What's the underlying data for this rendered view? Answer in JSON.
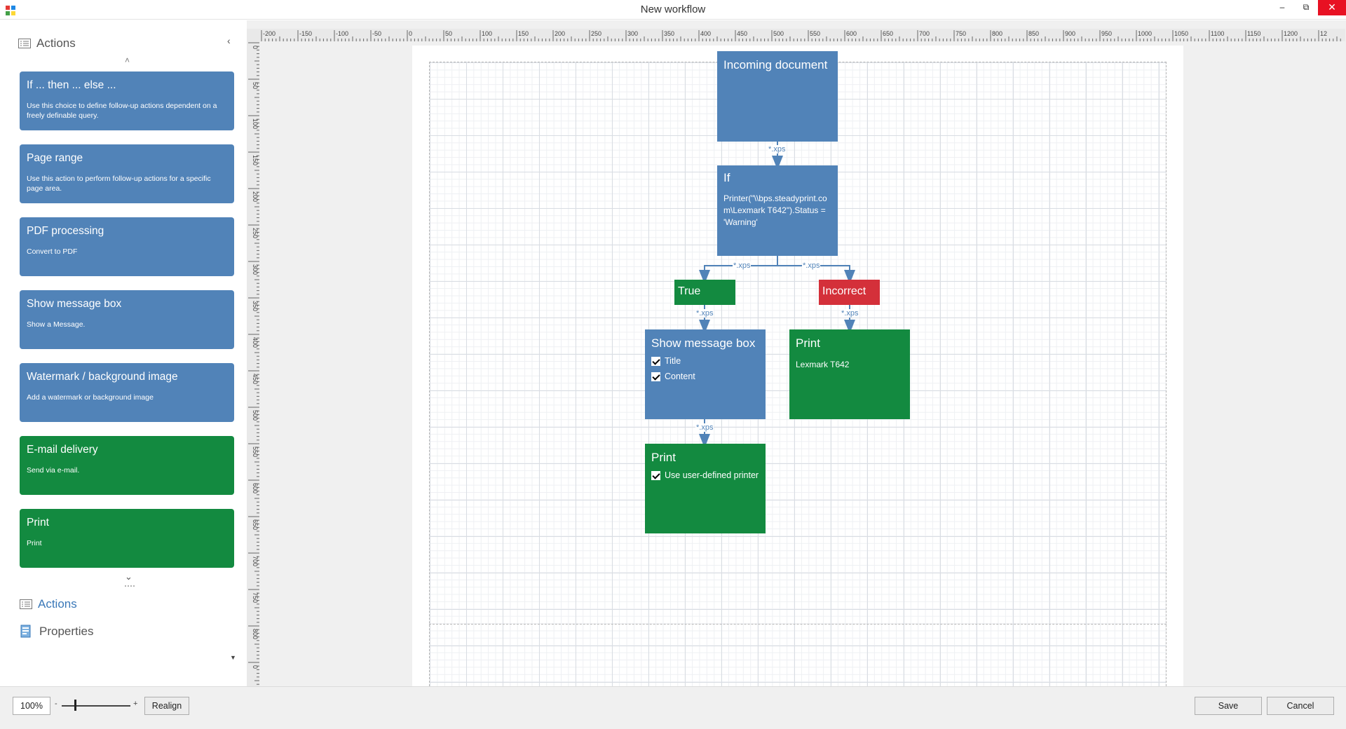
{
  "window": {
    "title": "New workflow",
    "minimize": "–",
    "maximize": "⧉",
    "close": "✕"
  },
  "sidebar": {
    "header": "Actions",
    "collapse_glyph": "‹",
    "scroll_up_glyph": "˄",
    "scroll_down_glyph": "⌄",
    "items": [
      {
        "title": "If ... then ... else ...",
        "description": "Use this choice to define follow-up actions dependent on a freely definable query.",
        "color": "blue"
      },
      {
        "title": "Page range",
        "description": "Use this action to perform follow-up actions for a specific page area.",
        "color": "blue"
      },
      {
        "title": "PDF processing",
        "description": "Convert to PDF",
        "color": "blue"
      },
      {
        "title": "Show message box",
        "description": "Show a Message.",
        "color": "blue"
      },
      {
        "title": "Watermark / background image",
        "description": "Add a watermark or background image",
        "color": "blue"
      },
      {
        "title": "E-mail delivery",
        "description": "Send via e-mail.",
        "color": "green"
      },
      {
        "title": "Print",
        "description": "Print",
        "color": "green"
      }
    ],
    "nav": {
      "actions": "Actions",
      "properties": "Properties"
    },
    "dropdown_glyph": "▼"
  },
  "ruler": {
    "horizontal": [
      "-200",
      "-150",
      "-100",
      "-50",
      "0",
      "50",
      "100",
      "150",
      "200",
      "250",
      "300",
      "350",
      "400",
      "450",
      "500",
      "550",
      "600",
      "650",
      "700",
      "750",
      "800",
      "850",
      "900",
      "950",
      "1000",
      "1050",
      "1100",
      "1150",
      "1200",
      "12"
    ],
    "vertical": [
      "0",
      "50",
      "100",
      "150",
      "200",
      "250",
      "300",
      "350",
      "400",
      "450",
      "500",
      "550",
      "600",
      "650",
      "700",
      "750",
      "800",
      "0"
    ]
  },
  "workflow": {
    "incoming": {
      "title": "Incoming document"
    },
    "if_node": {
      "title": "If",
      "condition": "Printer(\"\\\\bps.steadyprint.com\\Lexmark T642\").Status = 'Warning'"
    },
    "true_node": {
      "title": "True"
    },
    "incorrect_node": {
      "title": "Incorrect"
    },
    "message_box": {
      "title": "Show message box",
      "options": [
        "Title",
        "Content"
      ]
    },
    "print_right": {
      "title": "Print",
      "printer": "Lexmark T642"
    },
    "print_bottom": {
      "title": "Print",
      "option": "Use user-defined printer"
    },
    "connector_label": "*.xps"
  },
  "colors": {
    "blue": "#5183b8",
    "green": "#138a40",
    "red": "#d4303a",
    "link": "#3a78b8"
  },
  "footer": {
    "zoom": "100%",
    "zoom_minus": "-",
    "zoom_plus": "+",
    "zoom_level": 0.2,
    "realign": "Realign",
    "save": "Save",
    "cancel": "Cancel"
  }
}
